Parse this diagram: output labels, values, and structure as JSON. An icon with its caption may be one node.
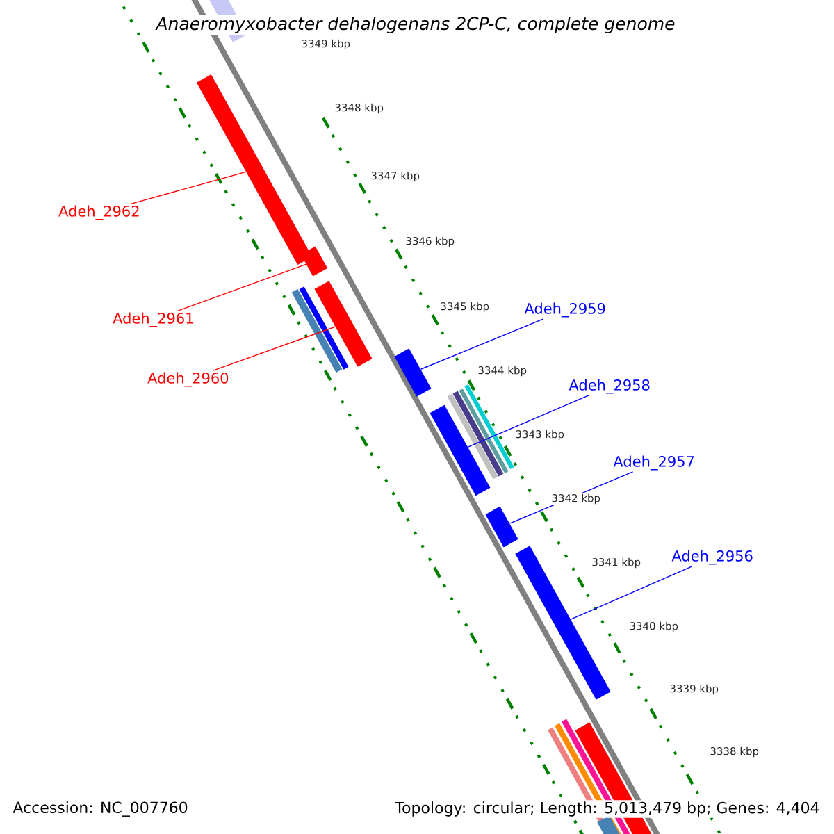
{
  "diagram": {
    "title": "Anaeromyxobacter dehalogenans 2CP-C, complete genome",
    "nodes": [
      {
        "text": [
          "Adeh_2962"
        ]
      },
      {
        "text": [
          "Adeh_2961"
        ]
      },
      {
        "text": [
          "Adeh_2960"
        ]
      },
      {
        "text": [
          "Adeh_2959"
        ]
      },
      {
        "text": [
          "Adeh_2958"
        ]
      },
      {
        "text": [
          "Adeh_2957"
        ]
      },
      {
        "text": [
          "Adeh_2956"
        ]
      },
      {
        "text": [],
        "shape": "bar"
      },
      {
        "text": [],
        "shape": "bar"
      },
      {
        "text": [],
        "shape": "bar"
      },
      {
        "text": [],
        "shape": "bar"
      },
      {
        "text": [],
        "shape": "bar"
      },
      {
        "text": [],
        "shape": "bar"
      },
      {
        "text": [],
        "shape": "bar"
      }
    ],
    "edges": [
      {
        "from": 0,
        "to": 7,
        "arrow": "none",
        "color": "#ff0000"
      },
      {
        "from": 1,
        "to": 8,
        "arrow": "none",
        "color": "#ff0000"
      },
      {
        "from": 2,
        "to": 9,
        "arrow": "none",
        "color": "#ff0000"
      },
      {
        "from": 3,
        "to": 10,
        "arrow": "none",
        "color": "#0000ff"
      },
      {
        "from": 4,
        "to": 11,
        "arrow": "none",
        "color": "#0000ff"
      },
      {
        "from": 5,
        "to": 12,
        "arrow": "none",
        "color": "#0000ff"
      },
      {
        "from": 6,
        "to": 13,
        "arrow": "none",
        "color": "#0000ff"
      }
    ],
    "labels": [
      "3349 kbp",
      "3348 kbp",
      "3347 kbp",
      "3346 kbp",
      "3345 kbp",
      "3344 kbp",
      "3343 kbp",
      "3342 kbp",
      "3341 kbp",
      "3340 kbp",
      "3339 kbp",
      "3338 kbp",
      "Accession: NC_007760",
      "Topology: circular; Length: 5,013,479 bp; Genes: 4,404"
    ]
  }
}
